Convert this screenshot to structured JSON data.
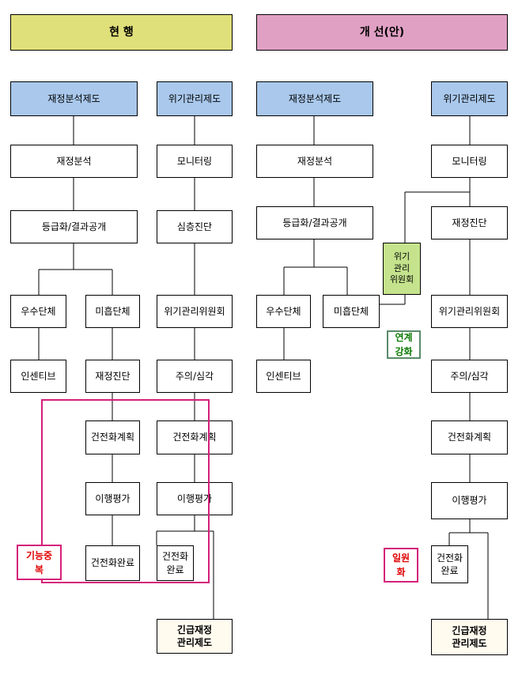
{
  "headers": {
    "current": "현  행",
    "improved": "개  선(안)"
  },
  "current": {
    "fiscal_system": "재정분석제도",
    "crisis_system": "위기관리제도",
    "analysis": "재정분석",
    "monitoring": "모니터링",
    "grading": "등급화/결과공개",
    "deep_diagnosis": "심층진단",
    "excellent": "우수단체",
    "poor": "미흡단체",
    "committee": "위기관리위원회",
    "incentive": "인센티브",
    "fiscal_diagnosis": "재정진단",
    "warning": "주의/심각",
    "plan_left": "건전화계획",
    "plan_right": "건전화계획",
    "eval_left": "이행평가",
    "eval_right": "이행평가",
    "done_left": "건전화완료",
    "done_right": "건전화\n완료",
    "emergency": "긴급재정\n관리제도",
    "overlap_badge": "기능중\n복"
  },
  "improved": {
    "fiscal_system": "재정분석제도",
    "crisis_system": "위기관리제도",
    "analysis": "재정분석",
    "monitoring": "모니터링",
    "grading": "등급화/결과공개",
    "fiscal_diagnosis": "재정진단",
    "crisis_committee_small": "위기\n관리\n위원회",
    "excellent": "우수단체",
    "poor": "미흡단체",
    "committee": "위기관리위원회",
    "link_badge": "연계\n강화",
    "incentive": "인센티브",
    "warning": "주의/심각",
    "plan": "건전화계획",
    "eval": "이행평가",
    "done": "건전화\n완료",
    "emergency": "긴급재정\n관리제도",
    "unify_badge": "일원\n화"
  }
}
